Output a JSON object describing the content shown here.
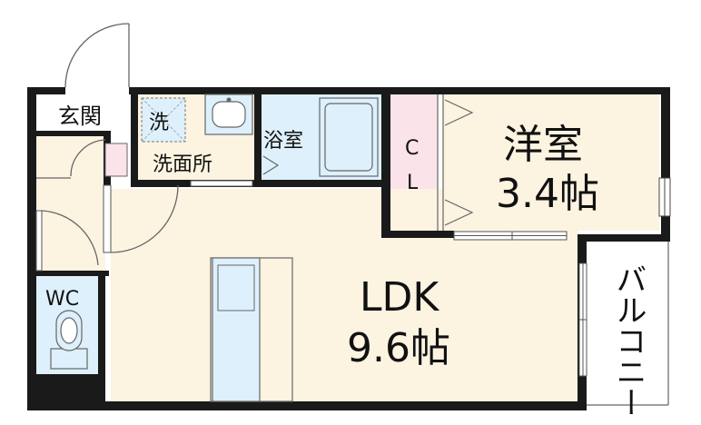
{
  "rooms": {
    "entrance": {
      "label": "玄関"
    },
    "washroom": {
      "label": "洗面所"
    },
    "washer": {
      "label": "洗"
    },
    "bathroom": {
      "label": "浴室"
    },
    "closet": {
      "label_c": "C",
      "label_l": "L"
    },
    "western_room": {
      "label": "洋室",
      "size": "3.4帖"
    },
    "ldk": {
      "label": "LDK",
      "size": "9.6帖"
    },
    "wc": {
      "label": "WC"
    },
    "balcony": {
      "label": "バルコニー"
    }
  },
  "colors": {
    "room_fill": "#fdf3e1",
    "fixture_fill": "#ddf0fb",
    "closet_fill": "#fbe3ea",
    "wall": "#1a1a1a",
    "line": "#6a6a6a"
  }
}
